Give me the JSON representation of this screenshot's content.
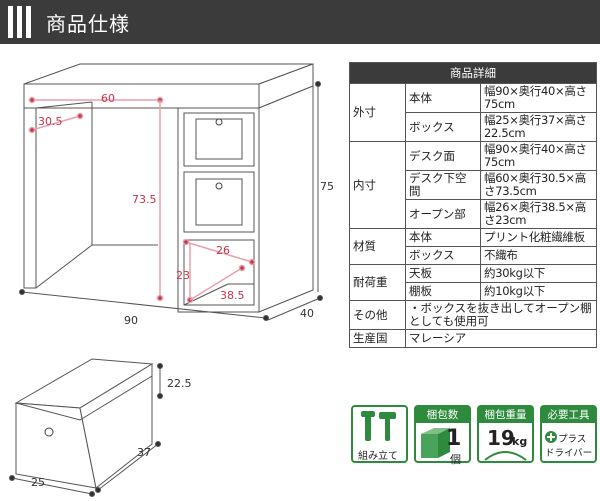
{
  "header": {
    "title": "商品仕様"
  },
  "dimensions": {
    "top_width": "60",
    "left_depth": "30.5",
    "height_under": "73.5",
    "height_total": "75",
    "open_width": "26",
    "open_height": "23",
    "open_depth": "38.5",
    "desk_width": "90",
    "desk_depth": "40",
    "box_height": "22.5",
    "box_depth": "37",
    "box_width": "25"
  },
  "spec": {
    "title": "商品詳細",
    "rows": [
      {
        "group": "外寸",
        "item": "本体",
        "value": "幅90×奥行40×高さ75cm"
      },
      {
        "group": "",
        "item": "ボックス",
        "value": "幅25×奥行37×高さ22.5cm"
      },
      {
        "group": "内寸",
        "item": "デスク面",
        "value": "幅90×奥行40×高さ75cm"
      },
      {
        "group": "",
        "item": "デスク下空間",
        "value": "幅60×奥行30.5×高さ73.5cm"
      },
      {
        "group": "",
        "item": "オープン部",
        "value": "幅26×奥行38.5×高さ23cm"
      },
      {
        "group": "材質",
        "item": "本体",
        "value": "プリント化粧繊維板"
      },
      {
        "group": "",
        "item": "ボックス",
        "value": "不織布"
      },
      {
        "group": "耐荷重",
        "item": "天板",
        "value": "約30kg以下"
      },
      {
        "group": "",
        "item": "棚板",
        "value": "約10kg以下"
      },
      {
        "group": "その他",
        "value": "・ボックスを抜き出してオープン棚としても使用可"
      },
      {
        "group": "生産国",
        "value": "マレーシア"
      }
    ]
  },
  "icons": [
    {
      "title": "",
      "label": "組み立て",
      "name": "assembly"
    },
    {
      "title": "梱包数",
      "label": "1",
      "unit": "個",
      "name": "package-count"
    },
    {
      "title": "梱包重量",
      "label": "19",
      "unit": "kg",
      "name": "package-weight"
    },
    {
      "title": "必要工具",
      "label": "プラス",
      "label2": "ドライバー",
      "name": "tools"
    }
  ]
}
